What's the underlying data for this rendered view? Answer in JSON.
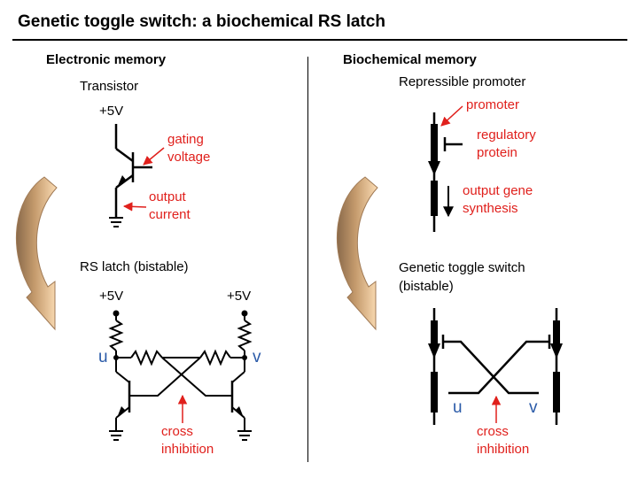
{
  "title": "Genetic toggle switch: a biochemical RS latch",
  "left": {
    "heading": "Electronic memory",
    "transistor_label": "Transistor",
    "voltage_top": "+5V",
    "gating_voltage": [
      "gating",
      "voltage"
    ],
    "output_current": [
      "output",
      "current"
    ],
    "rs_latch_label": "RS latch (bistable)",
    "voltage_left": "+5V",
    "voltage_right": "+5V",
    "node_u": "u",
    "node_v": "v",
    "cross_inhibition": [
      "cross",
      "inhibition"
    ]
  },
  "right": {
    "heading": "Biochemical memory",
    "promoter_label": "Repressible promoter",
    "promoter": "promoter",
    "regulatory_protein": [
      "regulatory",
      "protein"
    ],
    "output_gene_synthesis": [
      "output gene",
      "synthesis"
    ],
    "toggle_label": [
      "Genetic toggle switch",
      "(bistable)"
    ],
    "node_u": "u",
    "node_v": "v",
    "cross_inhibition": [
      "cross",
      "inhibition"
    ]
  },
  "colors": {
    "annotation": "#e0201c",
    "node_label": "#2a5aa8",
    "arrow_fill_light": "#f9d6a8",
    "arrow_fill_dark": "#a07a55"
  }
}
